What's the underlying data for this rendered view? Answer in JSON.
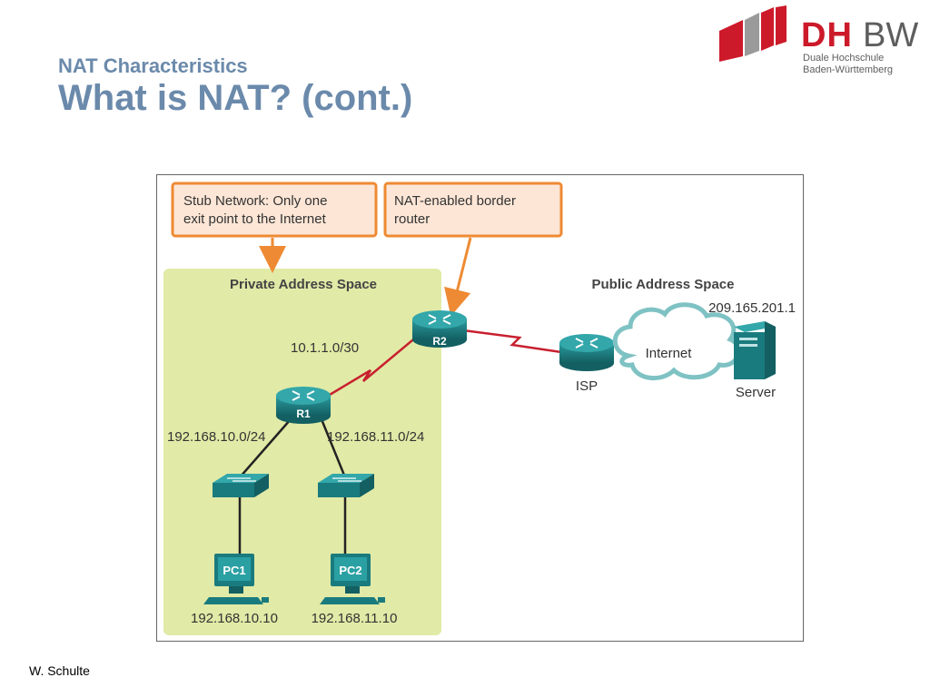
{
  "header": {
    "subtitle": "NAT Characteristics",
    "title": "What is NAT? (cont.)"
  },
  "logo": {
    "brand_left": "DH",
    "brand_right": "BW",
    "line1": "Duale Hochschule",
    "line2": "Baden-Württemberg",
    "colors": {
      "red": "#cc1a2a",
      "gray": "#5e5e5e"
    }
  },
  "diagram": {
    "callouts": {
      "stub_line1": "Stub Network: Only one",
      "stub_line2": "exit point to the Internet",
      "nat_line1": "NAT-enabled border",
      "nat_line2": "router"
    },
    "zones": {
      "private": "Private Address Space",
      "public": "Public Address Space"
    },
    "devices": {
      "r1": "R1",
      "r2": "R2",
      "isp": "ISP",
      "cloud": "Internet",
      "server": "Server",
      "pc1": "PC1",
      "pc2": "PC2"
    },
    "addresses": {
      "server_ip": "209.165.201.1",
      "r1_r2_link": "10.1.1.0/30",
      "lan_left": "192.168.10.0/24",
      "lan_right": "192.168.11.0/24",
      "pc1_ip": "192.168.10.10",
      "pc2_ip": "192.168.11.10"
    },
    "colors": {
      "private_zone": "#e1eaa6",
      "callout_fill": "#fde6d6",
      "callout_border": "#ee8a33",
      "serial_link": "#c8202f",
      "device_teal": "#1a7b7e",
      "cloud_stroke": "#7fc2c4"
    }
  },
  "footer": {
    "author": "W. Schulte"
  }
}
